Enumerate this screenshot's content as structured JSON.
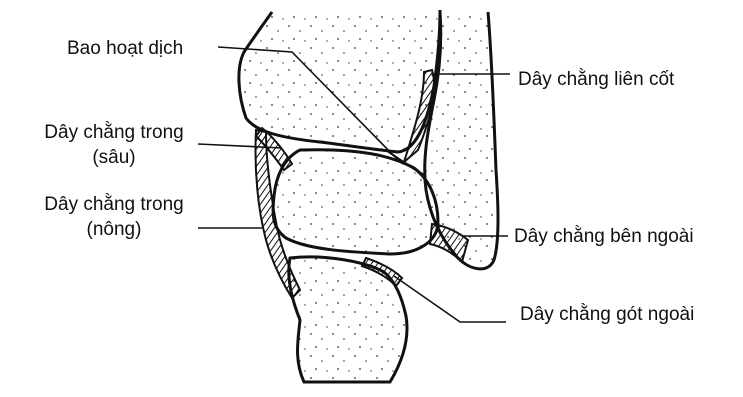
{
  "figure": {
    "labels": {
      "synovial_capsule": "Bao hoạt dịch",
      "interosseous_ligament": "Dây chằng liên cốt",
      "medial_ligament_deep": [
        "Dây chằng trong",
        "(sâu)"
      ],
      "medial_ligament_superficial": [
        "Dây chằng trong",
        "(nông)"
      ],
      "lateral_ligament": "Dây chằng bên ngoài",
      "lateral_calcaneal_ligament": "Dây chằng gót ngoài"
    }
  }
}
